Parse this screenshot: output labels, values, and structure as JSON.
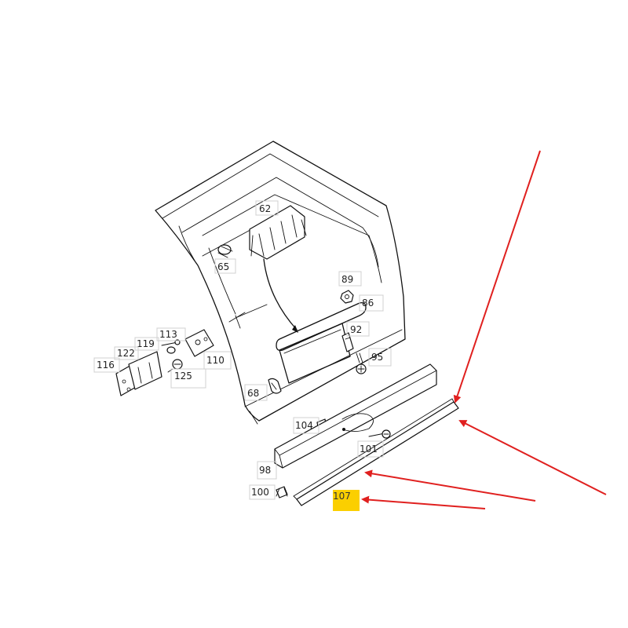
{
  "diagram": {
    "part_labels": [
      "62",
      "65",
      "89",
      "86",
      "92",
      "95",
      "113",
      "119",
      "122",
      "116",
      "110",
      "125",
      "68",
      "104",
      "101",
      "98",
      "100",
      "107"
    ],
    "highlighted_label": "107",
    "colors": {
      "arrow": "#e0201f",
      "highlight": "#fbcf00",
      "line": "#111111",
      "label_box": "#d0d0d0"
    }
  }
}
